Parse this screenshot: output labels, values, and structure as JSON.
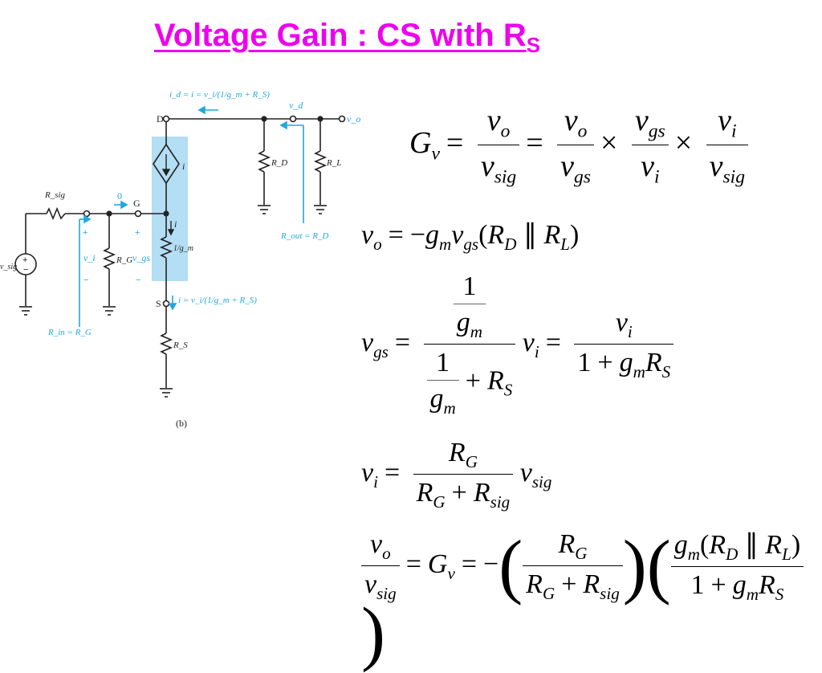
{
  "title": {
    "main": "Voltage Gain : CS with R",
    "sub": "S"
  },
  "circuit": {
    "caption": "(b)",
    "node_labels": {
      "D": "D",
      "G": "G",
      "S": "S"
    },
    "id_expr": "i_d = i = v_i/(1/g_m + R_S)",
    "is_expr": "i = v_i/(1/g_m + R_S)",
    "vd": "v_d",
    "vo": "v_o",
    "vsig": "v_sig",
    "i_label": "i",
    "zero_label": "0",
    "Rsig": "R_sig",
    "RG": "R_G",
    "RD": "R_D",
    "RL": "R_L",
    "RS": "R_S",
    "inv_gm": "1/g_m",
    "vi": "v_i",
    "vgs": "v_gs",
    "Rin": "R_in = R_G",
    "Rout": "R_out = R_D",
    "highlight_color": "#b3def4",
    "arrow_color": "#22a7e0"
  },
  "equations": [
    "G_v = v_o/v_sig = v_o/v_gs × v_gs/v_i × v_i/v_sig",
    "v_o = −g_m v_gs (R_D ∥ R_L)",
    "v_gs = (1/g_m)/(1/g_m + R_S) v_i = v_i/(1 + g_m R_S)",
    "v_i = R_G/(R_G + R_sig) v_sig",
    "v_o/v_sig = G_v = −(R_G/(R_G + R_sig))(g_m(R_D ∥ R_L)/(1 + g_m R_S))"
  ]
}
